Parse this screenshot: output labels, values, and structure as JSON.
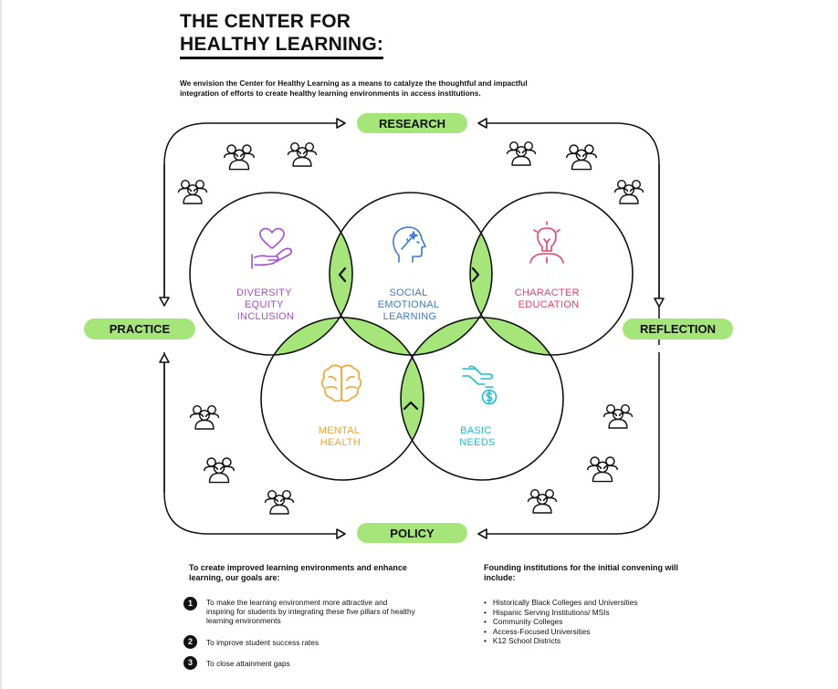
{
  "title": {
    "line1": "THE CENTER FOR",
    "line2": "HEALTHY LEARNING:"
  },
  "intro": "We envision the Center for Healthy Learning as a means to catalyze the thoughtful and impactful integration of efforts to create healthy learning environments in access institutions.",
  "cycle": {
    "top": "RESEARCH",
    "left": "PRACTICE",
    "right": "REFLECTION",
    "bottom": "POLICY"
  },
  "pillars": {
    "diversity": {
      "lines": [
        "DIVERSITY",
        "EQUITY",
        "INCLUSION"
      ],
      "color": "#a64dd6",
      "icon": "heart-hand-icon"
    },
    "social": {
      "lines": [
        "SOCIAL",
        "EMOTIONAL",
        "LEARNING"
      ],
      "color": "#3a7ad6",
      "icon": "head-wand-icon"
    },
    "character": {
      "lines": [
        "CHARACTER",
        "EDUCATION"
      ],
      "color": "#e8426b",
      "icon": "lightbulb-head-icon"
    },
    "mental": {
      "lines": [
        "MENTAL",
        "HEALTH"
      ],
      "color": "#f5a431",
      "icon": "brain-icon"
    },
    "basic": {
      "lines": [
        "BASIC",
        "NEEDS"
      ],
      "color": "#1cbfcf",
      "icon": "hand-coin-icon"
    }
  },
  "colors": {
    "accent_green": "#a6e57a",
    "outline": "#111111"
  },
  "goals": {
    "heading": "To create improved learning environments and enhance learning, our goals are:",
    "items": [
      {
        "num": "1",
        "text": "To make the learning environment more attractive and inspiring for students by integrating these five pillars of healthy learning environments"
      },
      {
        "num": "2",
        "text": "To improve student success rates"
      },
      {
        "num": "3",
        "text": "To close attainment gaps"
      }
    ]
  },
  "institutions": {
    "heading": "Founding institutions for the initial convening will include:",
    "items": [
      "Historically Black Colleges and Universities",
      "Hispanic Serving Institutions/ MSIs",
      "Community Colleges",
      "Access-Focused Universities",
      "K12 School Districts"
    ]
  }
}
